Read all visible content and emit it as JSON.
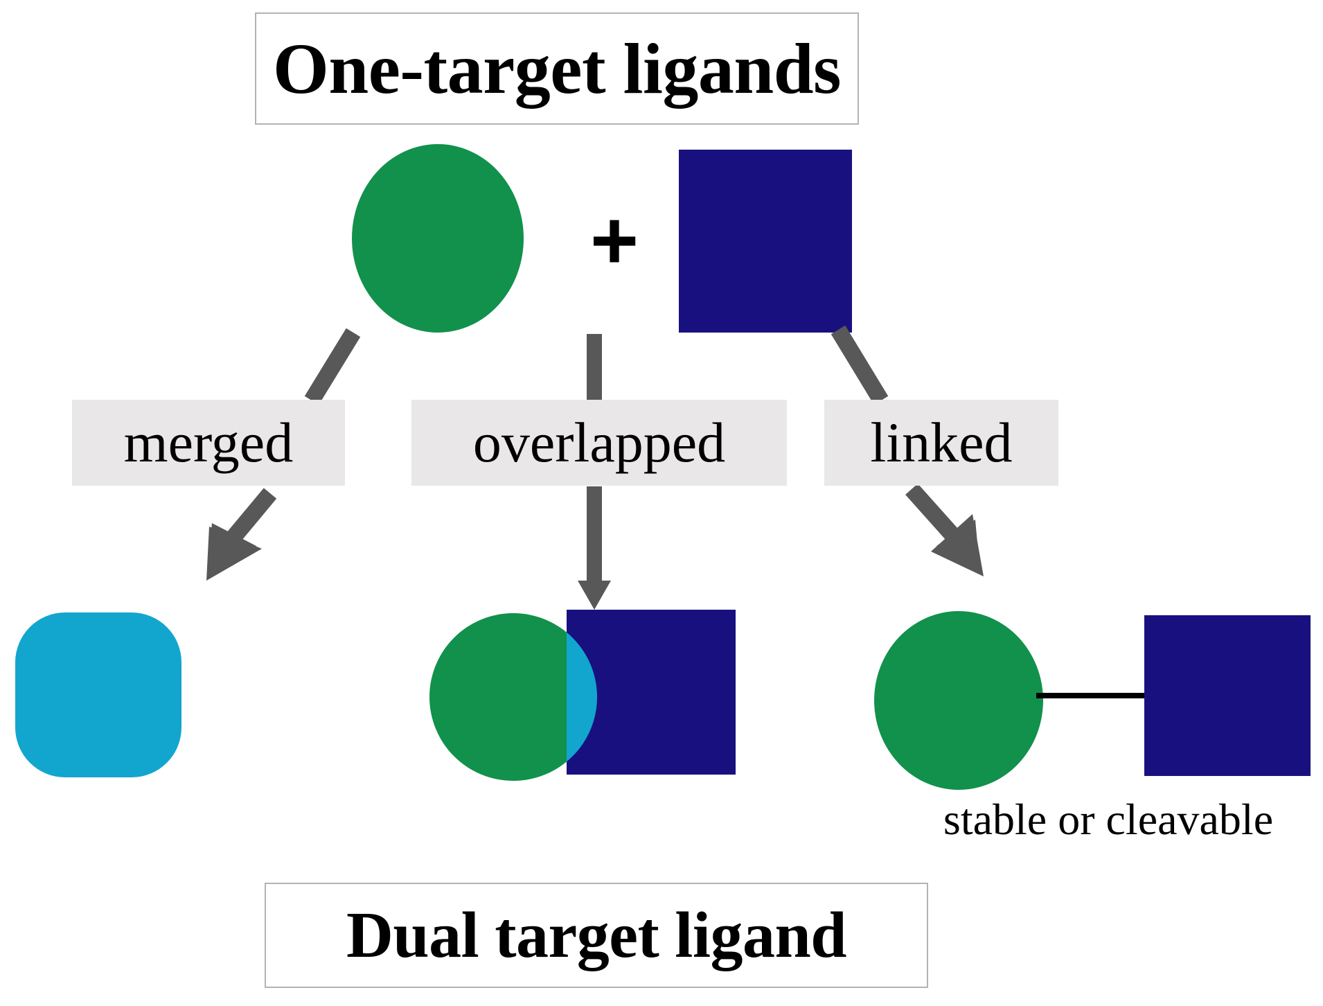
{
  "diagram": {
    "top_title": "One-target ligands",
    "bottom_title": "Dual target ligand",
    "plus_symbol": "+",
    "linker_caption": "stable or cleavable",
    "pathways": [
      {
        "id": "merged",
        "label": "merged"
      },
      {
        "id": "overlapped",
        "label": "overlapped"
      },
      {
        "id": "linked",
        "label": "linked"
      }
    ],
    "inputs": [
      {
        "id": "ligand-a",
        "shape": "circle",
        "color": "#11914C"
      },
      {
        "id": "ligand-b",
        "shape": "square",
        "color": "#191080"
      }
    ],
    "outputs": [
      {
        "id": "merged-product",
        "shape": "rounded-square",
        "color": "#12A6CE"
      },
      {
        "id": "overlapped-product",
        "shape": "circle-square-overlap",
        "colors": [
          "#11914C",
          "#191080",
          "#12A6CE"
        ]
      },
      {
        "id": "linked-product",
        "shape": "circle-bond-square",
        "colors": [
          "#11914C",
          "#191080"
        ]
      }
    ],
    "colors": {
      "green": "#11914C",
      "navy": "#191080",
      "cyan": "#12A6CE",
      "arrow_gray": "#585858",
      "label_background": "#e9e7e7",
      "box_border": "#b3b3b3",
      "text": "#000000",
      "background": "#ffffff"
    }
  }
}
